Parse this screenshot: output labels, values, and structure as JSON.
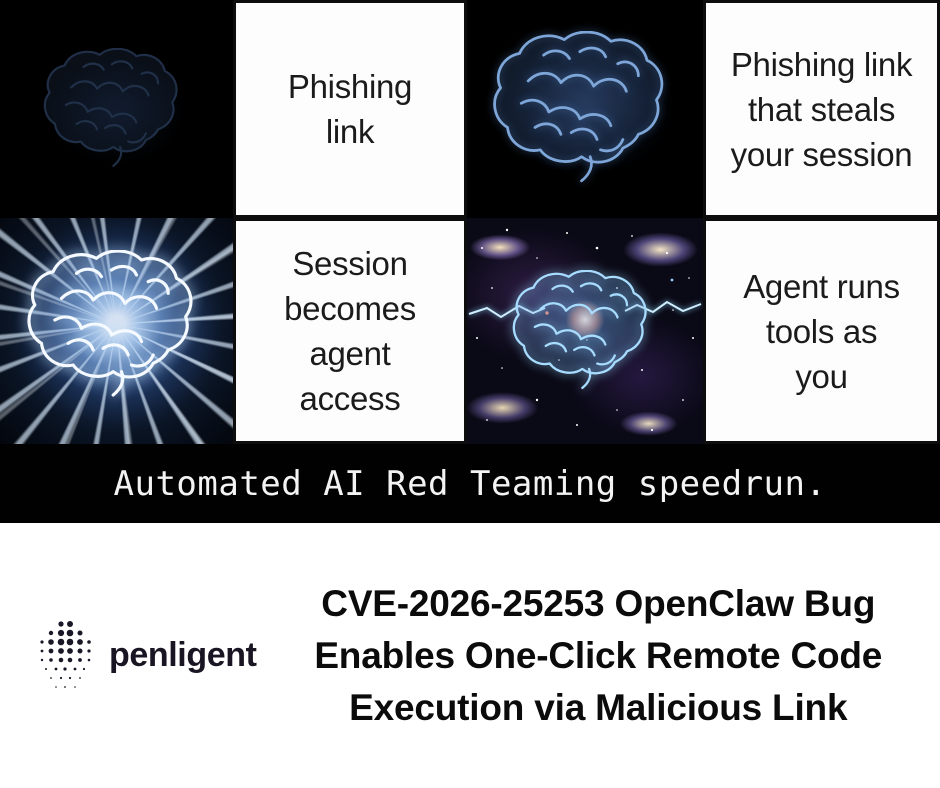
{
  "meme": {
    "panels": [
      {
        "kind": "image",
        "icon": "dim-brain"
      },
      {
        "kind": "text",
        "lines": [
          "Phishing",
          "link"
        ]
      },
      {
        "kind": "image",
        "icon": "glowing-brain"
      },
      {
        "kind": "text",
        "lines": [
          "Phishing link",
          "that steals",
          "your session"
        ]
      },
      {
        "kind": "image",
        "icon": "radiant-brain"
      },
      {
        "kind": "text",
        "lines": [
          "Session",
          "becomes",
          "agent",
          "access"
        ]
      },
      {
        "kind": "image",
        "icon": "galaxy-brain"
      },
      {
        "kind": "text",
        "lines": [
          "Agent runs",
          "tools as",
          "you"
        ]
      }
    ],
    "caption": "Automated AI Red Teaming speedrun."
  },
  "footer": {
    "brand_name": "penligent",
    "headline_lines": [
      "CVE-2026-25253 OpenClaw Bug",
      "Enables One-Click Remote Code",
      "Execution via Malicious Link"
    ]
  },
  "colors": {
    "meme_bg": "#000000",
    "text_panel_bg": "#fdfdfd",
    "panel_text": "#1b1b1b",
    "caption_text": "#f3f3f3",
    "footer_bg": "#ffffff",
    "headline_text": "#0b0b0b",
    "brand_text": "#191522"
  }
}
